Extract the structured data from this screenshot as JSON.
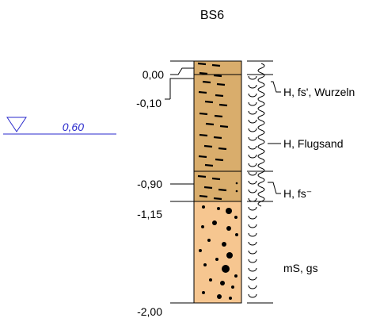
{
  "title": "BS6",
  "water_level": {
    "value": "0,60",
    "color": "#2a2acc"
  },
  "depth_labels": [
    "0,00",
    "-0,10",
    "-0,90",
    "-1,15",
    "-2,00"
  ],
  "layers": [
    {
      "label": "H, fs', Wurzeln",
      "soil": "humus",
      "color": "#d9ad6c"
    },
    {
      "label": "H, Flugsand",
      "soil": "humus",
      "color": "#d9ad6c"
    },
    {
      "label": "H, fs⁻",
      "soil": "humus-sand",
      "color": "#d9ad6c"
    },
    {
      "label": "mS, gs",
      "soil": "sand-gravel",
      "color": "#f6c690"
    }
  ],
  "colors": {
    "line": "#000000",
    "water": "#2a2acc"
  },
  "legend_icons": [
    "moist-symbol",
    "wave-symbol"
  ]
}
